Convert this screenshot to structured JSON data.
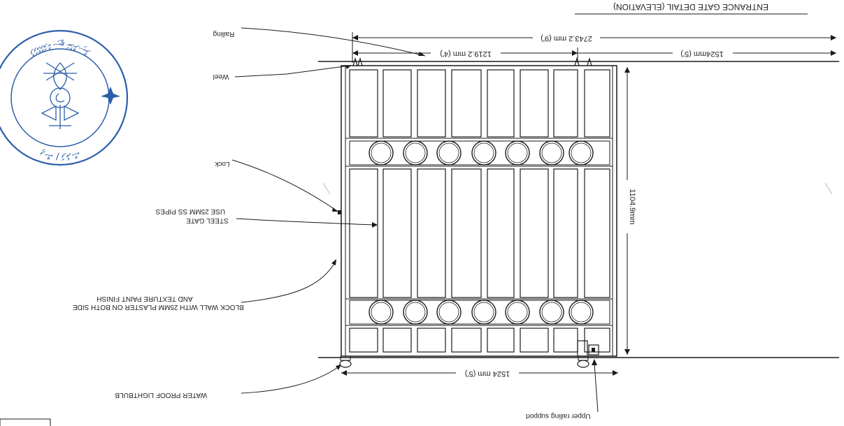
{
  "title": "ENTRANCE GATE DETAIL (ELEVATION)",
  "labels": {
    "railing": "Railing",
    "wheel": "Weel",
    "lock": "Lock",
    "steel_gate_line1": "STEEL GATE",
    "steel_gate_line2": "USE 25MM SS PIPES",
    "block_wall_line1": "BLOCK WALL WITH 25MM PLASTER ON BOTH SIDE",
    "block_wall_line2": "AND TEXTURE PAINT FINISH",
    "lightbulb": "WATER PROOF LIGHTBULB",
    "upper_support": "Upper railing support"
  },
  "dimensions": {
    "overall_width": "2743.2 mm (9')",
    "top_segment": "1219.2 mm (4')",
    "right_segment": "1524mm (5')",
    "gate_width": "1524 mm (5')",
    "gate_height": "1104.9mm"
  },
  "stamp": {
    "text_top": "ފިޝް / ފަރެސް",
    "text_bottom": "ފުވައްމުލަކު ސިޓީ ކައުންސިލް"
  },
  "colors": {
    "ink": "#1a1a1a",
    "stamp": "#2a5ea8"
  }
}
